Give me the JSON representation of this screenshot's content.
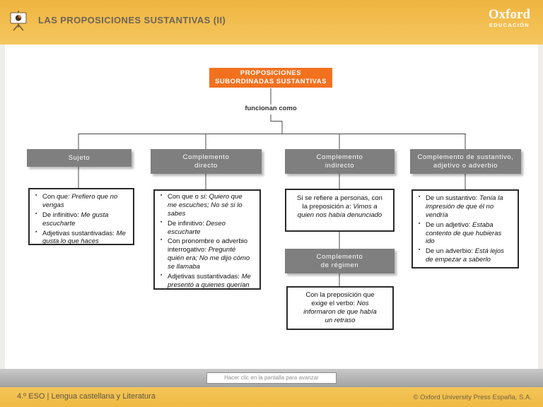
{
  "ui": {
    "bullet": "▪"
  },
  "header": {
    "title": "LAS PROPOSICIONES SUSTANTIVAS (II)"
  },
  "logo": {
    "name": "Oxford",
    "tagline": "EDUCACIÓN"
  },
  "colors": {
    "header_gold": "#efb440",
    "footer_gold": "#f1c052",
    "accent_orange": "#f2711f",
    "node_gray": "#7f7f7f",
    "bar_gray": "#ababab"
  },
  "diagram": {
    "root_lines": [
      "PROPOSICIONES",
      "SUBORDINADAS SUSTANTIVAS"
    ],
    "connector_label": "funcionan como",
    "sujeto": {
      "title_lines": [
        "Sujeto"
      ],
      "items": [
        [
          {
            "t": "Con "
          },
          {
            "t": "que: Prefiero que no vengas",
            "i": true
          }
        ],
        [
          {
            "t": "De infinitivo: "
          },
          {
            "t": "Me gusta escucharte",
            "i": true
          }
        ],
        [
          {
            "t": "Adjetivas sustantivadas: "
          },
          {
            "t": "Me gusta lo que haces",
            "i": true
          }
        ]
      ]
    },
    "directo": {
      "title_lines": [
        "Complemento",
        "directo"
      ],
      "items": [
        [
          {
            "t": "Con "
          },
          {
            "t": "que",
            "i": true
          },
          {
            "t": " o "
          },
          {
            "t": "si: Quiero que me escuches; No sé si lo sabes",
            "i": true
          }
        ],
        [
          {
            "t": "De infinitivo: "
          },
          {
            "t": "Deseo escucharte",
            "i": true
          }
        ],
        [
          {
            "t": "Con pronombre o adverbio interrogativo: "
          },
          {
            "t": "Pregunté quién era; No me dijo cómo se llamaba",
            "i": true
          }
        ],
        [
          {
            "t": "Adjetivas sustantivadas: "
          },
          {
            "t": "Me presentó a quienes querían",
            "i": true
          }
        ]
      ]
    },
    "indirecto": {
      "title_lines": [
        "Complemento",
        "indirecto"
      ],
      "note_segments": [
        {
          "t": "Si se refiere a personas, con la preposición "
        },
        {
          "t": "a",
          "i": true
        },
        {
          "t": ": "
        },
        {
          "t": "Vimos a quien nos había denunciado",
          "i": true
        }
      ]
    },
    "regimen": {
      "title_lines": [
        "Complemento",
        "de régimen"
      ],
      "note_segments": [
        {
          "t": "Con la preposición que exige el verbo: "
        },
        {
          "t": "Nos informaron de que había un retraso",
          "i": true
        }
      ]
    },
    "sustantivo": {
      "title_lines": [
        "Complemento de sustantivo,",
        "adjetivo o adverbio"
      ],
      "items": [
        [
          {
            "t": "De un sustantivo: "
          },
          {
            "t": "Tenía la impresión de que él no vendría",
            "i": true
          }
        ],
        [
          {
            "t": "De un adjetivo: "
          },
          {
            "t": "Estaba contento de que hubieras ido",
            "i": true
          }
        ],
        [
          {
            "t": "De un adverbio: "
          },
          {
            "t": "Está lejos de empezar a saberlo",
            "i": true
          }
        ]
      ]
    }
  },
  "controls": {
    "advance_label": "Hacer clic en la pantalla para avanzar"
  },
  "footer": {
    "course": "4.º ESO | Lengua castellana y Literatura",
    "copyright": "© Oxford University Press España, S.A."
  }
}
